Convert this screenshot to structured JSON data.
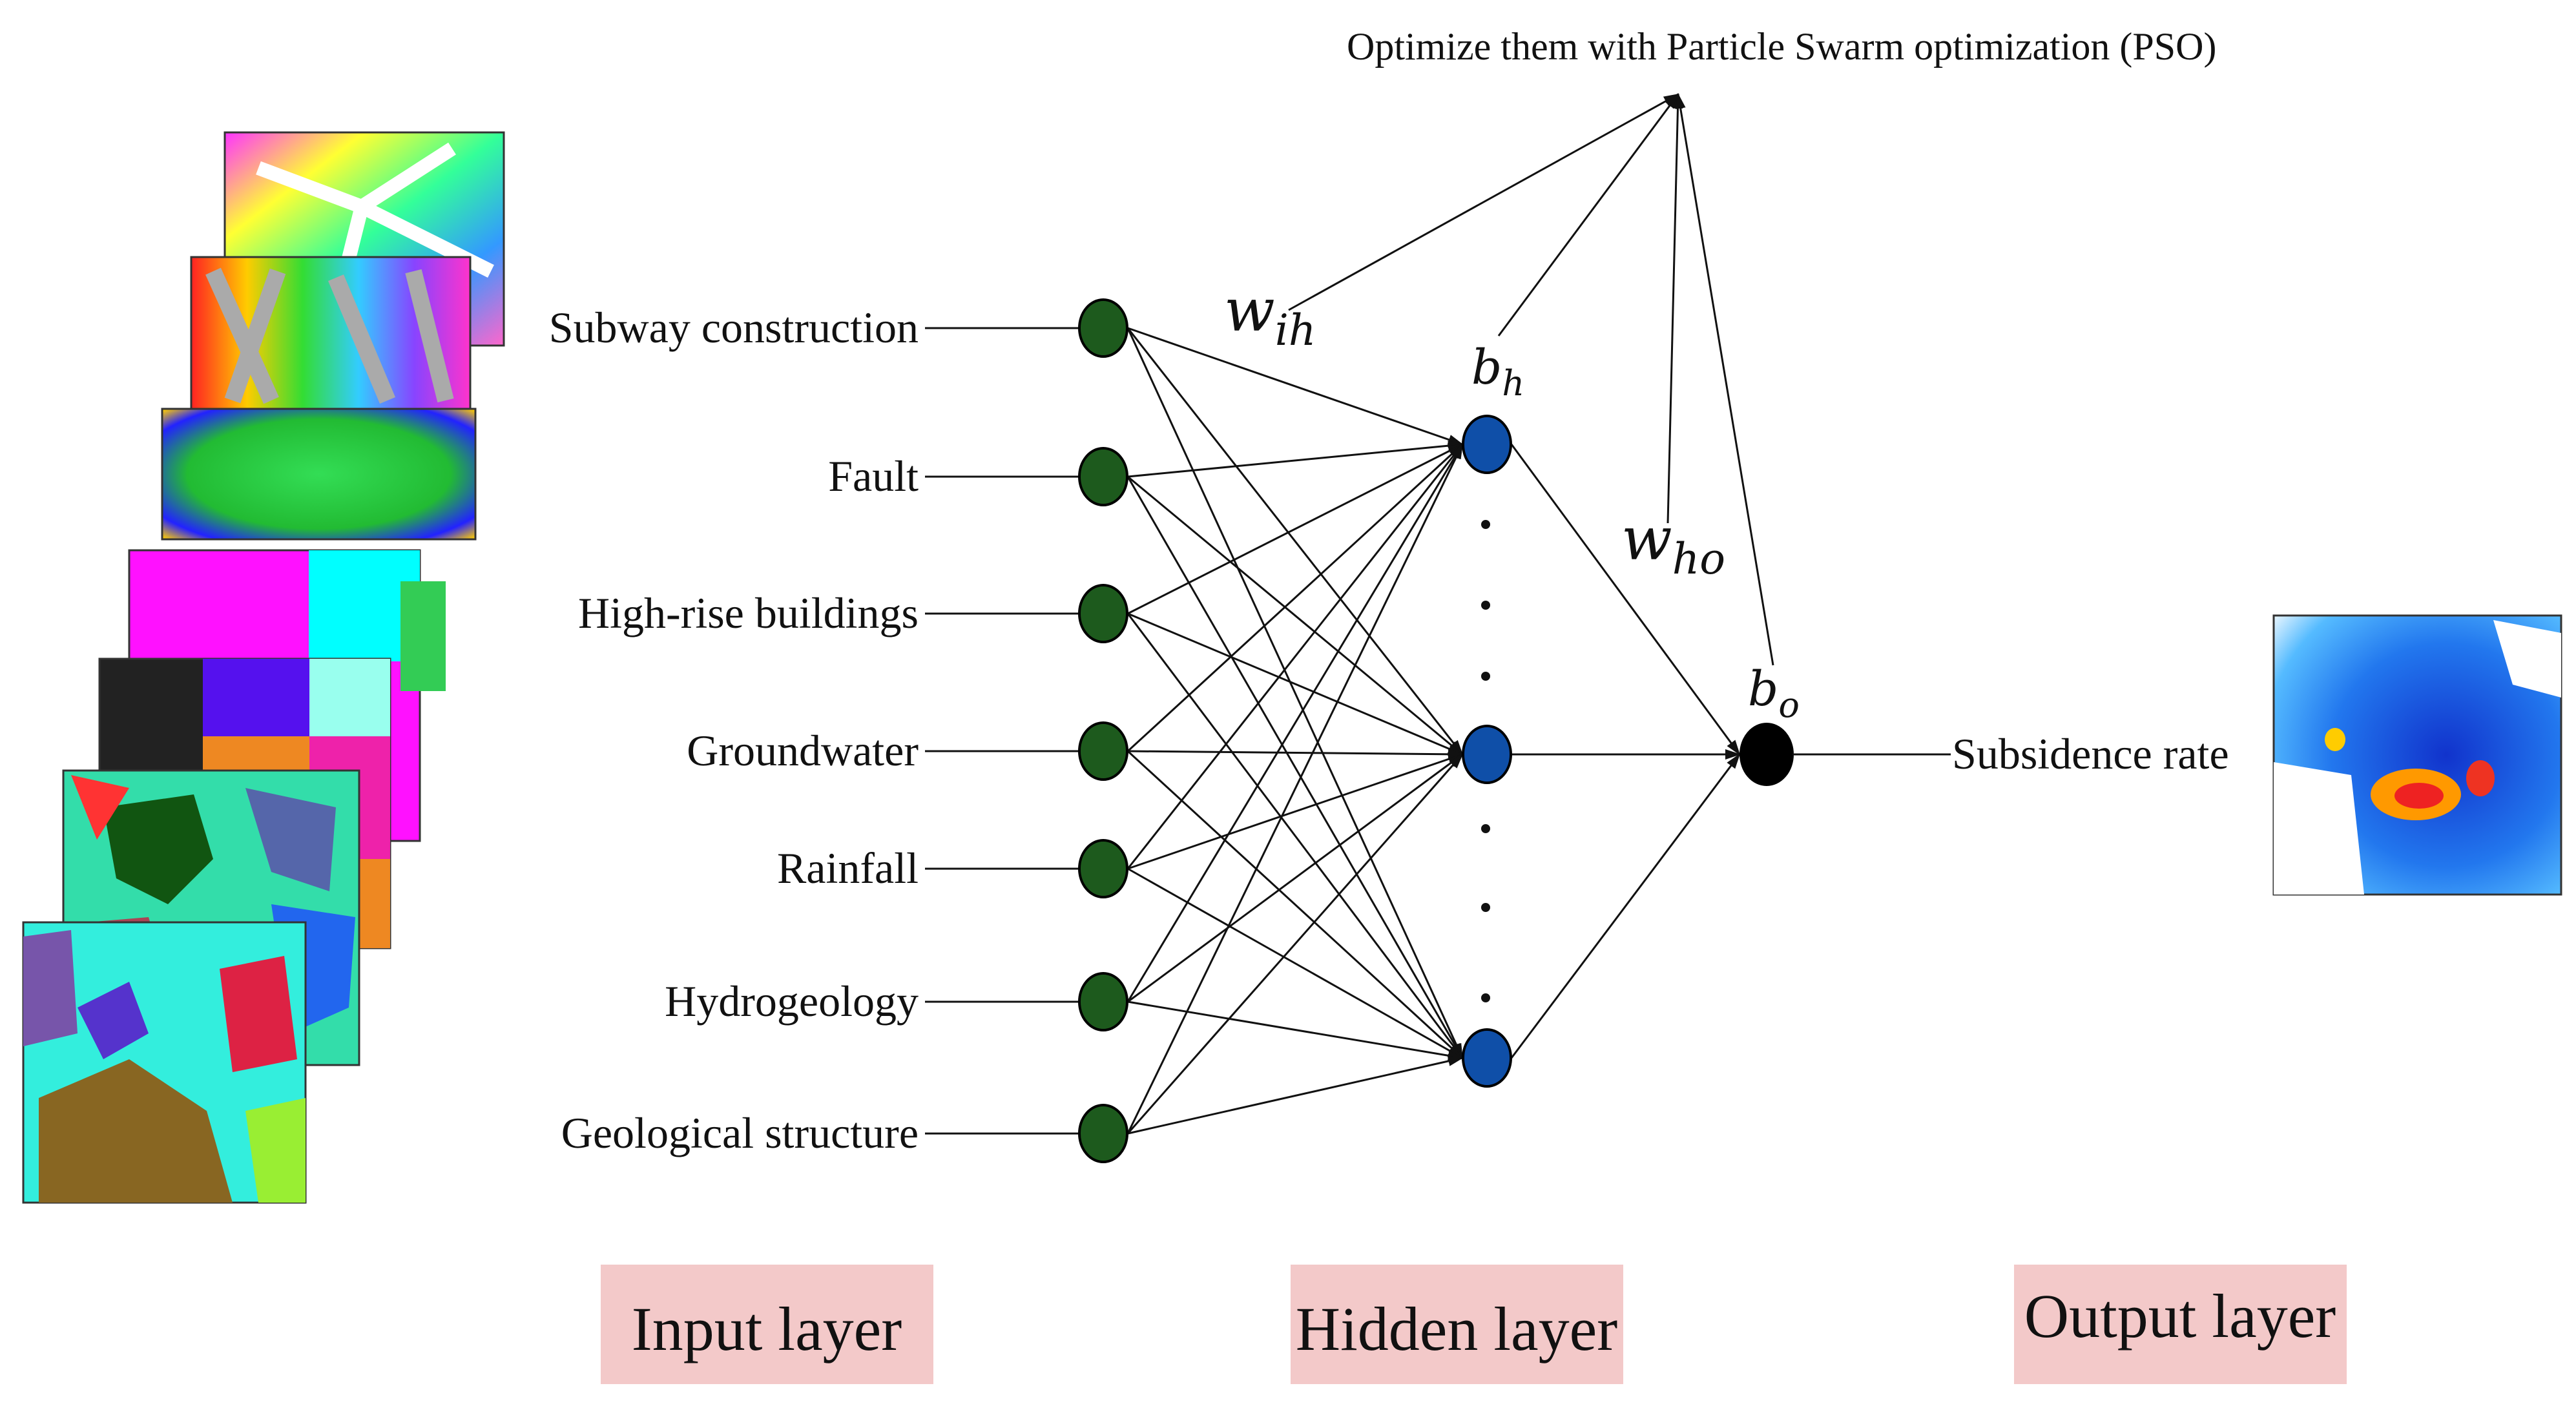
{
  "title": "Optimize them with Particle Swarm optimization (PSO)",
  "inputs": [
    "Subway construction",
    "Fault",
    "High-rise buildings",
    "Groundwater",
    "Rainfall",
    "Hydrogeology",
    "Geological structure"
  ],
  "output_label": "Subsidence rate",
  "layers": {
    "input": "Input layer",
    "hidden": "Hidden layer",
    "output": "Output layer"
  },
  "symbols": {
    "w_ih": {
      "base": "w",
      "sub": "ih"
    },
    "w_ho": {
      "base": "w",
      "sub": "ho"
    },
    "b_h": {
      "base": "b",
      "sub": "h"
    },
    "b_o": {
      "base": "b",
      "sub": "o"
    }
  },
  "colors": {
    "input_node": "#1d5a1d",
    "hidden_node": "#0f4fa8",
    "output_node": "#000000",
    "layer_box": "#f3c9c9"
  }
}
